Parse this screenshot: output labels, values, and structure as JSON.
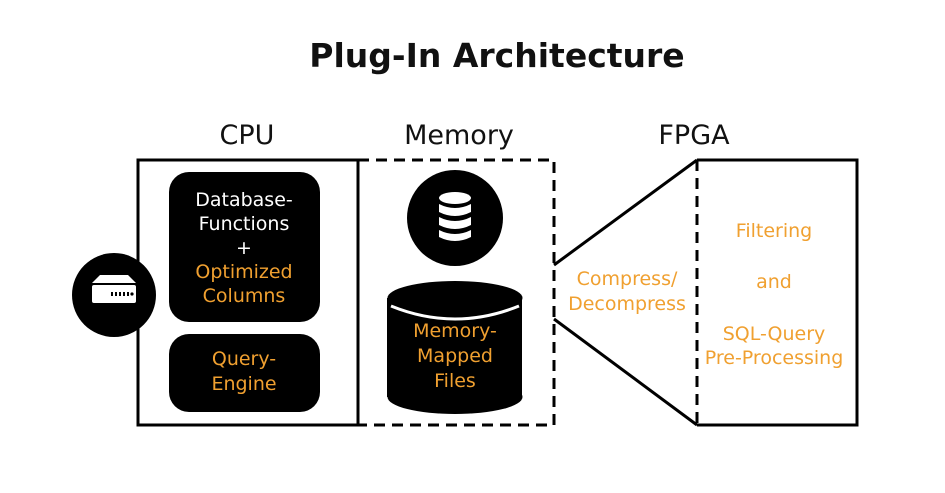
{
  "title": "Plug-In Architecture",
  "sections": {
    "cpu": "CPU",
    "memory": "Memory",
    "fpga": "FPGA"
  },
  "cpu": {
    "db_functions_line1": "Database-",
    "db_functions_line2": "Functions",
    "plus": "+",
    "optimized_line1": "Optimized",
    "optimized_line2": "Columns",
    "query_line1": "Query-",
    "query_line2": "Engine"
  },
  "memory": {
    "files_line1": "Memory-",
    "files_line2": "Mapped",
    "files_line3": "Files"
  },
  "link": {
    "line1": "Compress/",
    "line2": "Decompress"
  },
  "fpga": {
    "filtering": "Filtering",
    "and": "and",
    "sql_line1": "SQL-Query",
    "sql_line2": "Pre-Processing"
  },
  "colors": {
    "accent": "#f0a030",
    "dark": "#000000",
    "light": "#ffffff"
  },
  "icons": {
    "server": "server-icon",
    "database": "database-icon"
  }
}
